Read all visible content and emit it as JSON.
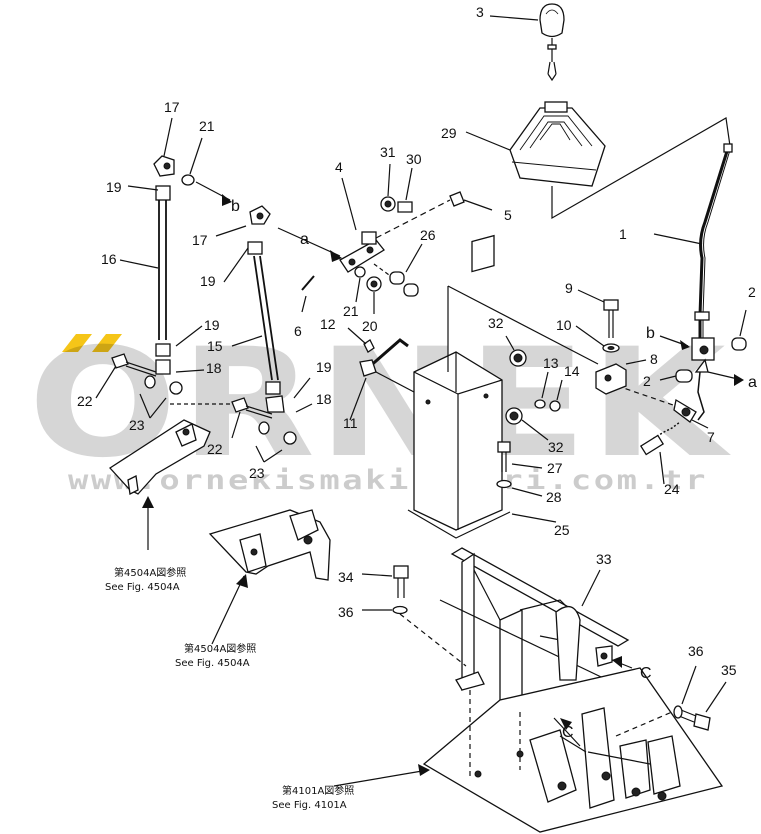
{
  "part_labels": {
    "p1": "1",
    "p2a": "2",
    "p2b": "2",
    "p3": "3",
    "p4": "4",
    "p5": "5",
    "p6": "6",
    "p7": "7",
    "p8": "8",
    "p9": "9",
    "p10": "10",
    "p11": "11",
    "p12": "12",
    "p13": "13",
    "p14": "14",
    "p15": "15",
    "p16": "16",
    "p17a": "17",
    "p17b": "17",
    "p18a": "18",
    "p18b": "18",
    "p19a": "19",
    "p19b": "19",
    "p19c": "19",
    "p19d": "19",
    "p20": "20",
    "p21a": "21",
    "p21b": "21",
    "p22a": "22",
    "p22b": "22",
    "p23a": "23",
    "p23b": "23",
    "p24": "24",
    "p25": "25",
    "p26": "26",
    "p27": "27",
    "p28": "28",
    "p29": "29",
    "p30": "30",
    "p31": "31",
    "p32a": "32",
    "p32b": "32",
    "p33": "33",
    "p34": "34",
    "p35": "35",
    "p36a": "36",
    "p36b": "36"
  },
  "connection_markers": {
    "a1": "a",
    "a2": "a",
    "b1": "b",
    "b2": "b",
    "c1": "C",
    "c2": "C"
  },
  "references": {
    "ref1_jp": "第4504A図参照",
    "ref1_en": "See Fig. 4504A",
    "ref2_jp": "第4504A図参照",
    "ref2_en": "See Fig. 4504A",
    "ref3_jp": "第4101A図参照",
    "ref3_en": "See Fig. 4101A"
  },
  "watermark": {
    "brand": "ORNEK",
    "url": "www.orneкismakinalari.com.tr",
    "accent_color": "#f5c518"
  }
}
